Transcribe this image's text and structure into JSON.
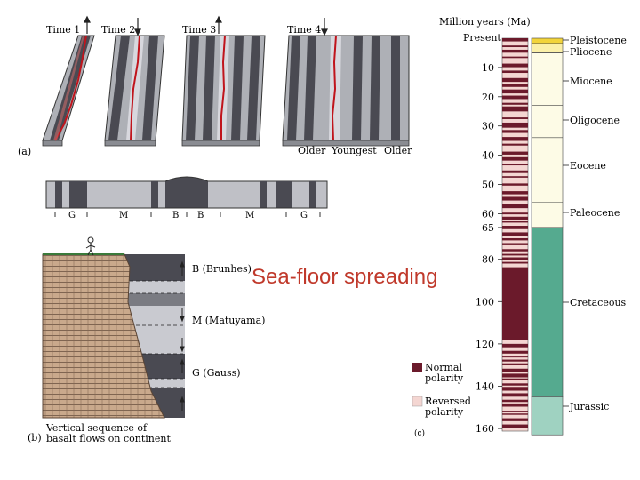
{
  "slide_title": "Sea-floor spreading",
  "panel_a": {
    "label": "(a)",
    "time_labels": [
      "Time 1",
      "Time 2",
      "Time 3",
      "Time 4"
    ],
    "age_labels": [
      "Older",
      "Youngest",
      "Older"
    ]
  },
  "profile": {
    "labels": [
      "G",
      "M",
      "B",
      "B",
      "M",
      "G"
    ]
  },
  "panel_b": {
    "label": "(b)",
    "caption_line1": "Vertical sequence of",
    "caption_line2": "basalt flows on continent",
    "zones": [
      "B (Brunhes)",
      "M (Matuyama)",
      "G (Gauss)"
    ]
  },
  "panel_c": {
    "label": "(c)",
    "axis_title": "Million years (Ma)",
    "top_label": "Present",
    "ticks": [
      10,
      20,
      30,
      40,
      50,
      60,
      65,
      80,
      100,
      120,
      140,
      160
    ],
    "epochs": [
      "Pleistocene",
      "Pliocene",
      "Miocene",
      "Oligocene",
      "Eocene",
      "Paleocene",
      "Cretaceous",
      "Jurassic"
    ],
    "legend": {
      "normal_line1": "Normal",
      "normal_line2": "polarity",
      "reversed_line1": "Reversed",
      "reversed_line2": "polarity"
    },
    "colors": {
      "normal": "#6b1a2b",
      "reversed": "#f4d6d2",
      "tertiary": "#fdfbe6",
      "cretaceous": "#55aa8f",
      "jurassic": "#9fd2c1",
      "pleistocene": "#f2d43a",
      "pliocene": "#fbf0a8"
    }
  }
}
